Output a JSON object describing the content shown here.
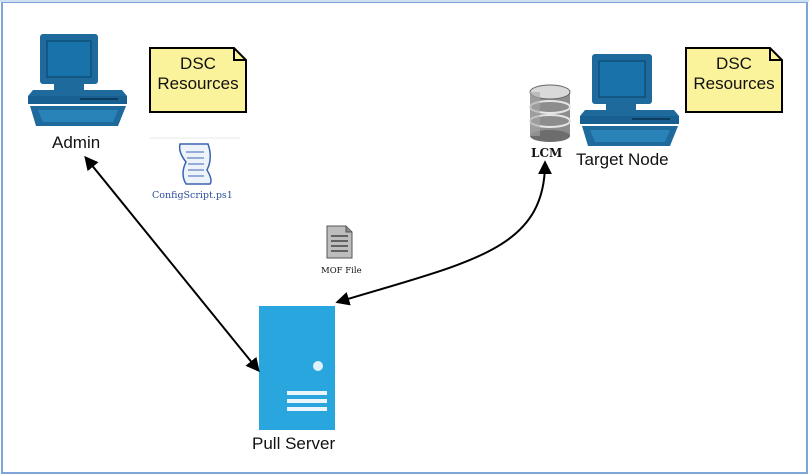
{
  "nodes": {
    "admin": {
      "label": "Admin"
    },
    "target_node": {
      "label": "Target Node"
    },
    "pull_server": {
      "label": "Pull Server"
    },
    "lcm": {
      "label": "LCM"
    },
    "config_script": {
      "label": "ConfigScript.ps1"
    },
    "mof_file": {
      "label": "MOF File"
    },
    "dsc_resources_left": {
      "line1": "DSC",
      "line2": "Resources"
    },
    "dsc_resources_right": {
      "line1": "DSC",
      "line2": "Resources"
    }
  },
  "colors": {
    "computer": "#1e6a9c",
    "computer_dark": "#0f4f7a",
    "server": "#2aa6df",
    "note_fill": "#fbf39b",
    "frame_border": "#7fa6d8",
    "arrow": "#000000"
  },
  "icons": {
    "admin": "desktop-computer-icon",
    "target": "desktop-computer-icon",
    "server": "tower-server-icon",
    "database": "database-icon",
    "script": "scroll-icon",
    "document": "document-icon"
  }
}
